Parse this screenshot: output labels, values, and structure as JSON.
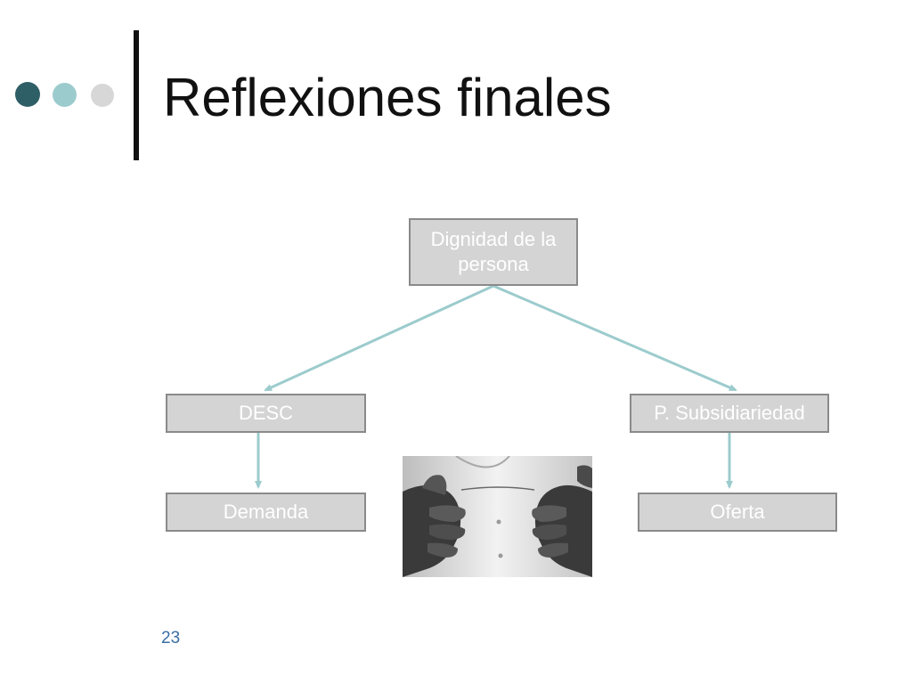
{
  "slide": {
    "title": "Reflexiones finales",
    "page_number": "23"
  },
  "colors": {
    "title_dot_dark": "#2f5f66",
    "title_dot_mid": "#9ccbcd",
    "title_dot_light": "#d7d7d7",
    "node_fill": "#d4d4d4",
    "node_border": "#8a8a8a",
    "connector": "#9ccbcd"
  },
  "diagram": {
    "root": "Dignidad de la persona",
    "left_branch": "DESC",
    "right_branch": "P. Subsidiariedad",
    "left_leaf": "Demanda",
    "right_leaf": "Oferta"
  }
}
